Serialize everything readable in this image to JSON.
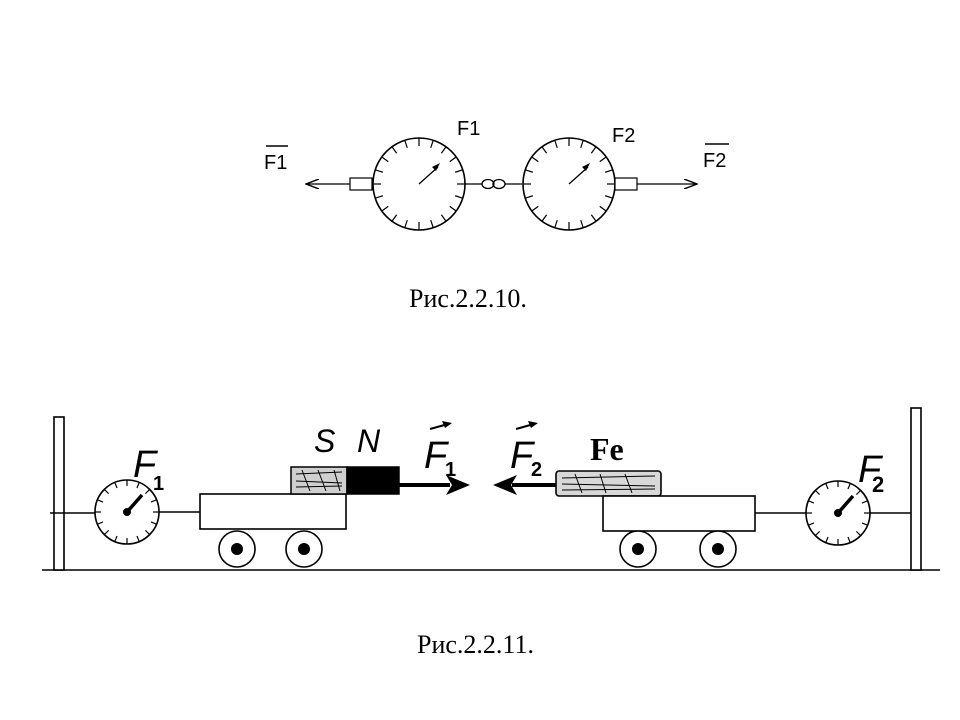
{
  "figure_1": {
    "vector_f1": "F1",
    "label_f1": "F1",
    "label_f2": "F2",
    "vector_f2": "F2",
    "caption": "Рис.2.2.10."
  },
  "figure_2": {
    "pole_s": "S",
    "pole_n": "N",
    "vector_f1_sym": "F",
    "vector_f1_sub": "1",
    "vector_f2_sym": "F",
    "vector_f2_sub": "2",
    "iron_label": "Fe",
    "gauge_left_sym": "F",
    "gauge_left_sub": "1",
    "gauge_right_sym": "F",
    "gauge_right_sub": "2",
    "caption": "Рис.2.2.11."
  },
  "colors": {
    "ink": "#000000",
    "background": "#ffffff"
  }
}
